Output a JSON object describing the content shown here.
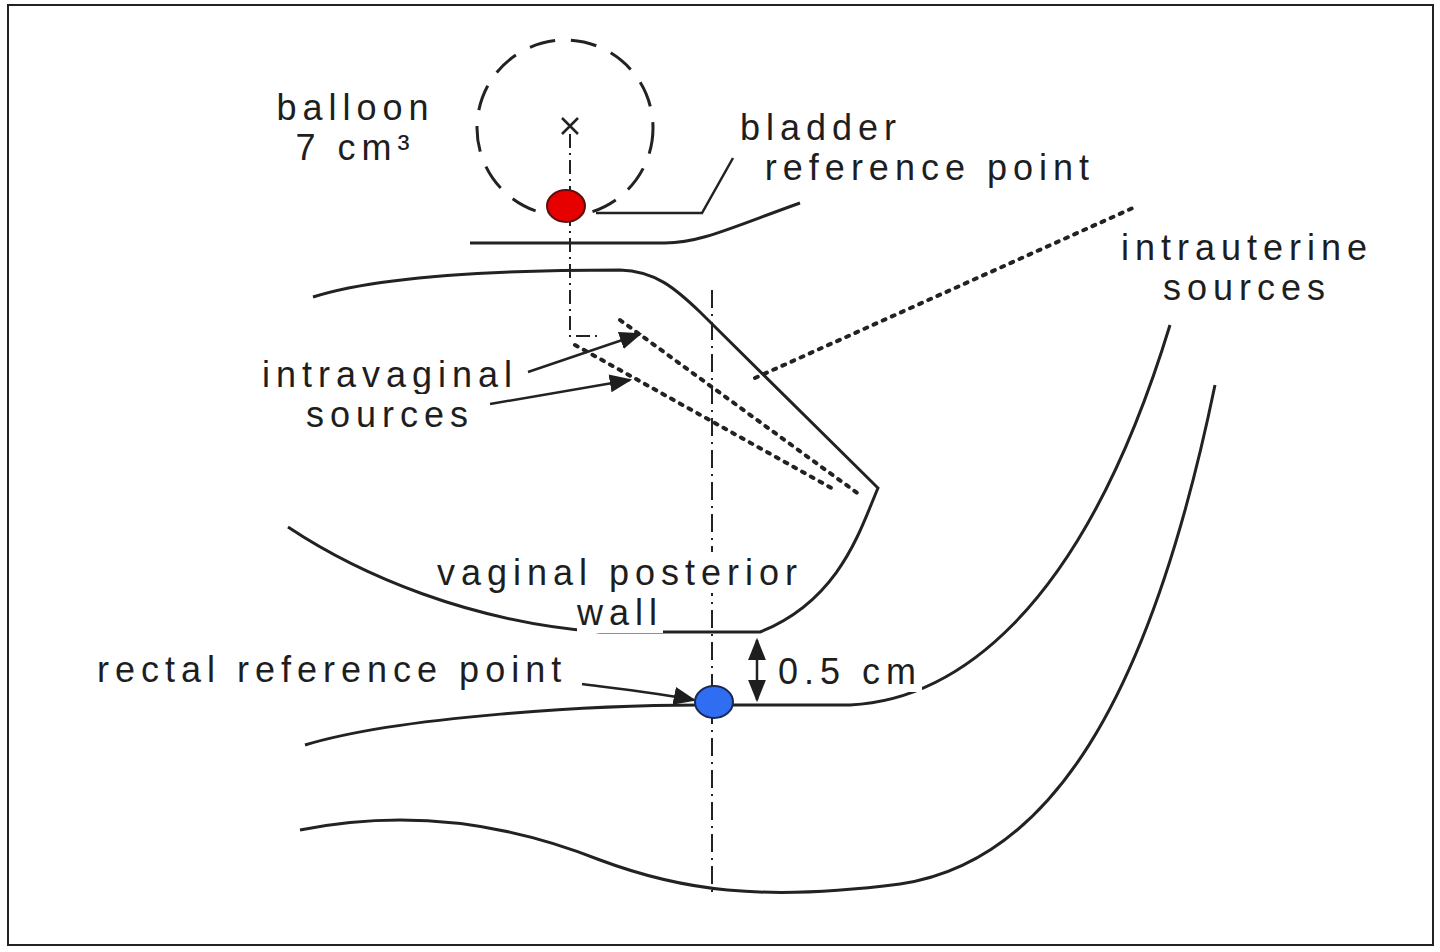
{
  "diagram": {
    "labels": [
      "balloon 7 cm³",
      "bladder reference point",
      "intrauterine sources",
      "intravaginal sources",
      "vaginal posterior wall",
      "rectal reference point",
      "0.5 cm"
    ]
  }
}
